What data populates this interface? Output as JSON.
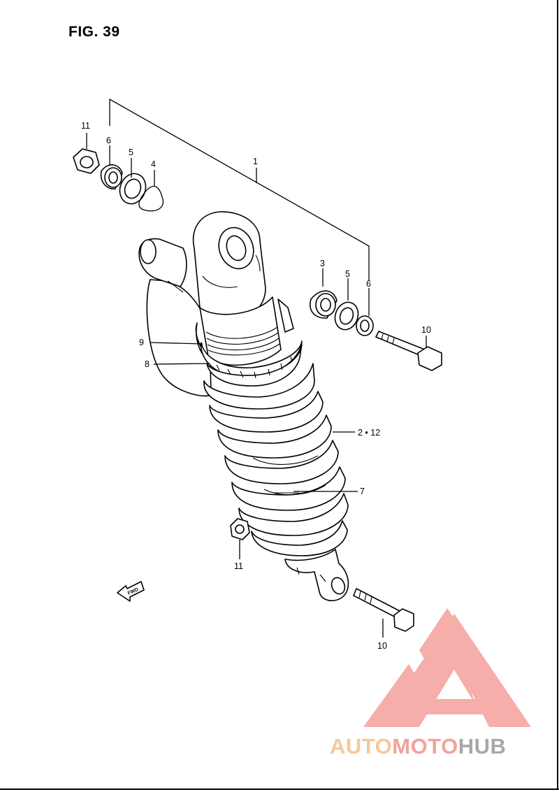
{
  "figure": {
    "title": "FIG. 39"
  },
  "callouts": [
    {
      "id": "c11a",
      "text": "11"
    },
    {
      "id": "c6a",
      "text": "6"
    },
    {
      "id": "c5a",
      "text": "5"
    },
    {
      "id": "c4",
      "text": "4"
    },
    {
      "id": "c1",
      "text": "1"
    },
    {
      "id": "c3",
      "text": "3"
    },
    {
      "id": "c5b",
      "text": "5"
    },
    {
      "id": "c6b",
      "text": "6"
    },
    {
      "id": "c10a",
      "text": "10"
    },
    {
      "id": "c9",
      "text": "9"
    },
    {
      "id": "c8",
      "text": "8"
    },
    {
      "id": "c2",
      "text": "2 • 12"
    },
    {
      "id": "c7",
      "text": "7"
    },
    {
      "id": "c11b",
      "text": "11"
    },
    {
      "id": "c10b",
      "text": "10"
    }
  ],
  "direction_marker": {
    "text": "FWD",
    "icon": "fwd-arrow-icon"
  },
  "watermark": {
    "parts": [
      "AUTO",
      "MOTO",
      "HUB"
    ],
    "colors": {
      "auto": "#f6c89a",
      "moto": "#f3a29c",
      "hub": "#a8a8a8",
      "logo": "#f08a86"
    },
    "icon": "automotohub-logo-icon"
  }
}
